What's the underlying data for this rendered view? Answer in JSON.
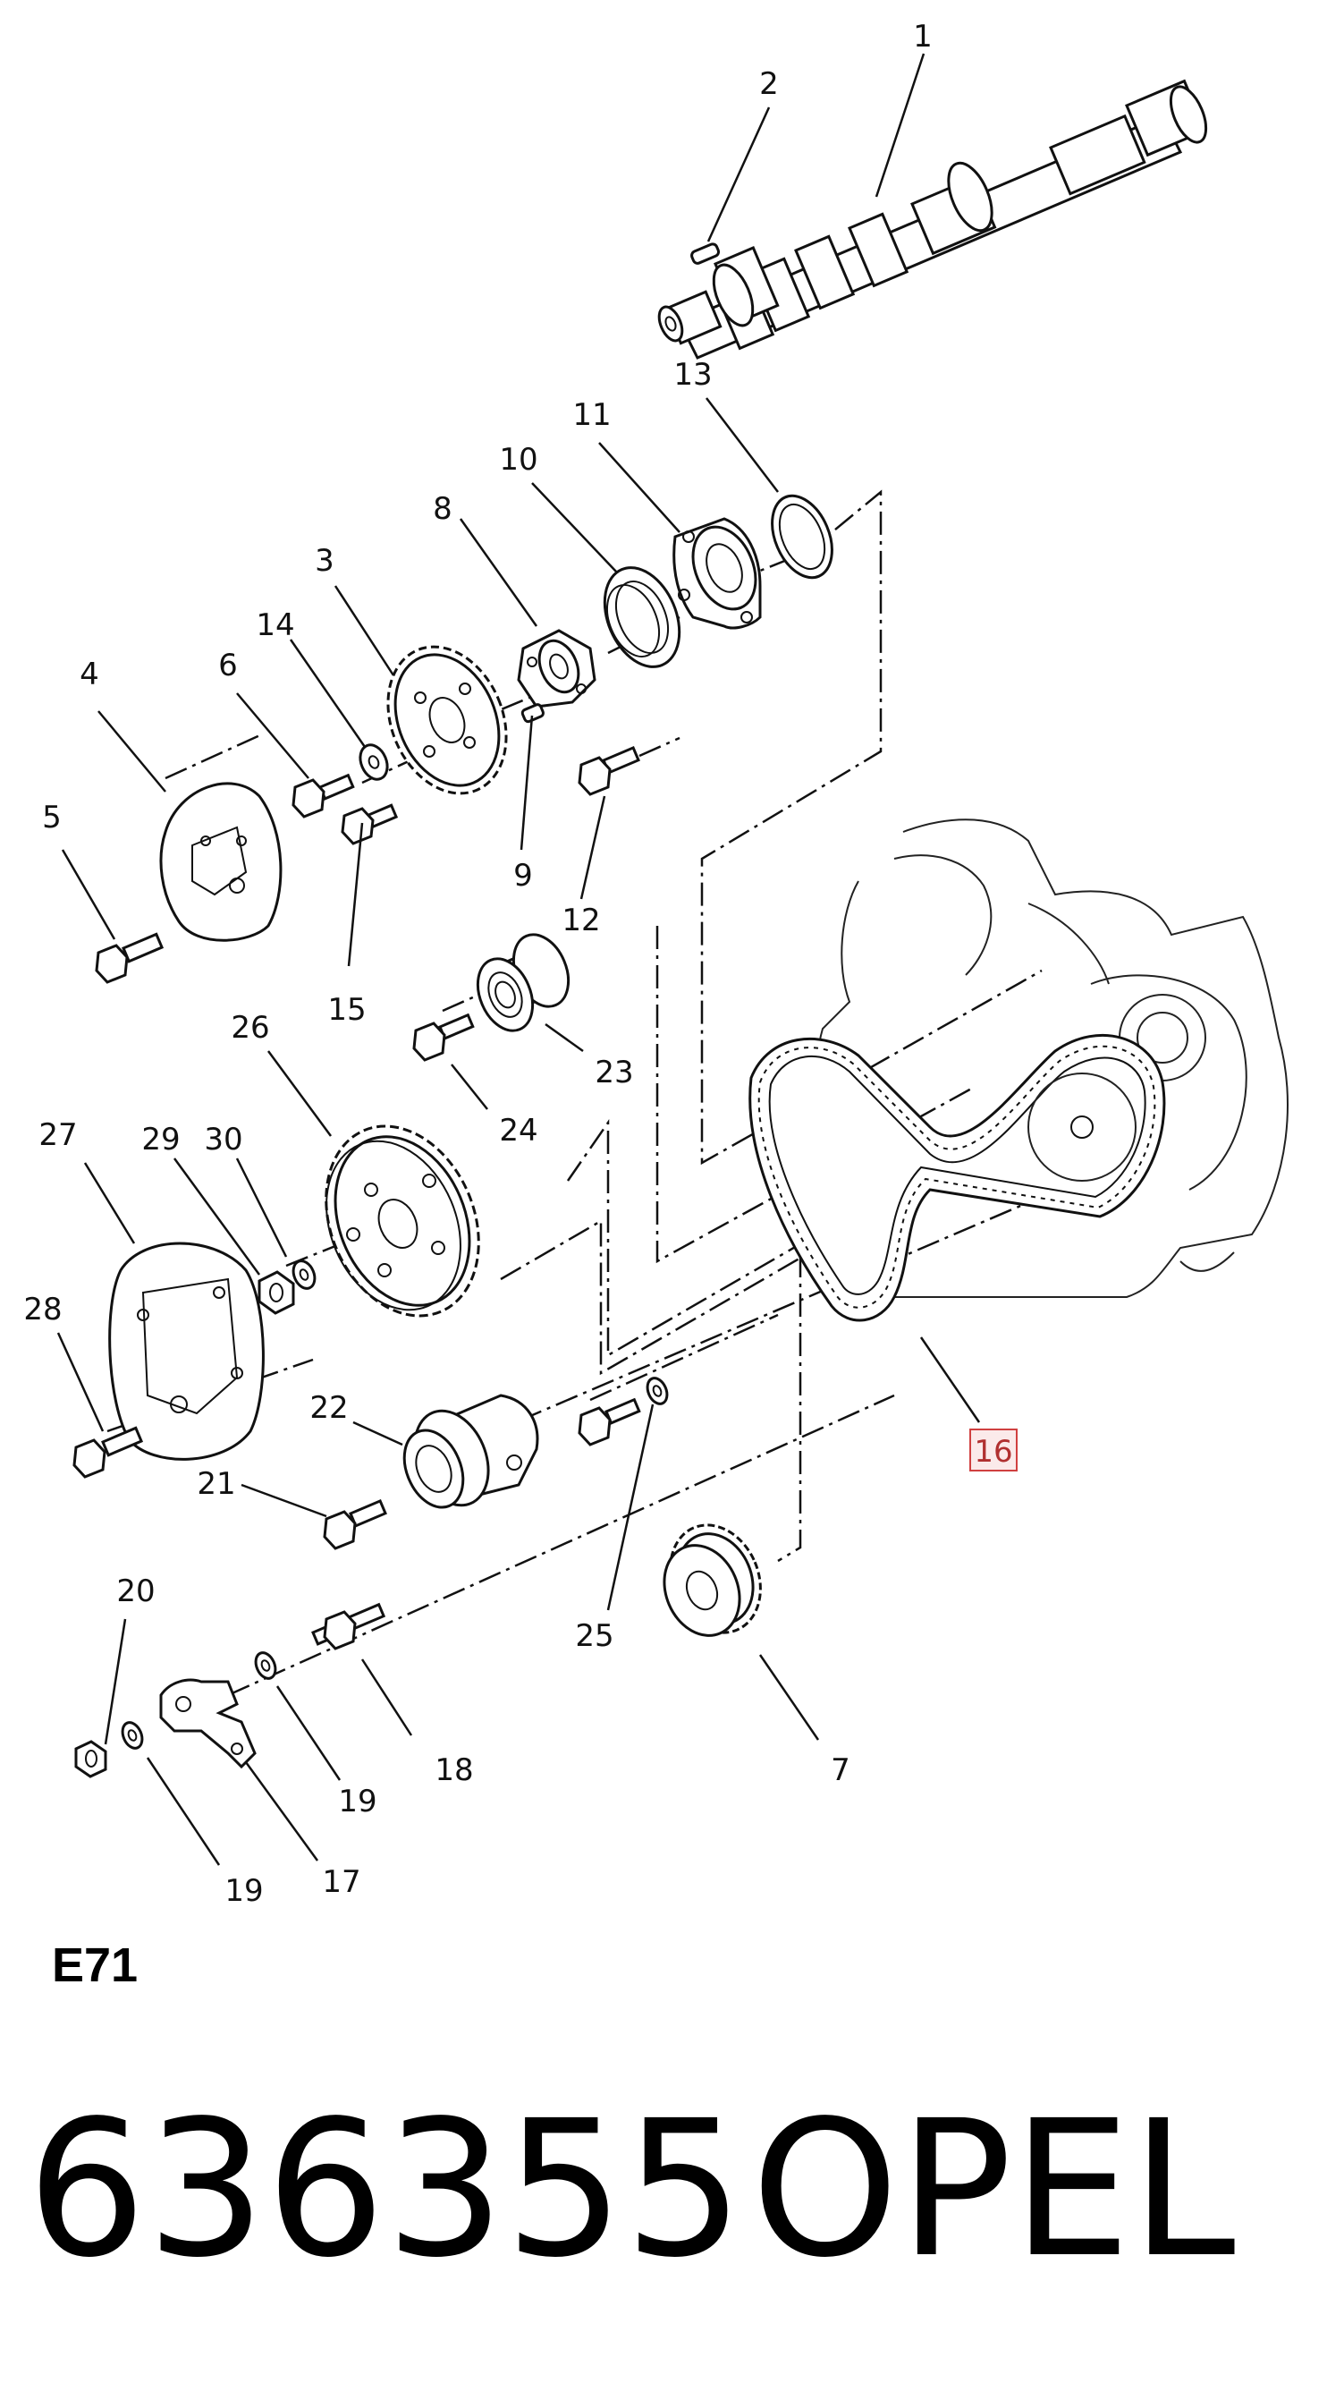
{
  "callouts": {
    "c1": "1",
    "c2": "2",
    "c3": "3",
    "c4": "4",
    "c5": "5",
    "c6": "6",
    "c7": "7",
    "c8": "8",
    "c9": "9",
    "c10": "10",
    "c11": "11",
    "c12": "12",
    "c13": "13",
    "c14": "14",
    "c15": "15",
    "c16": "16",
    "c17": "17",
    "c18": "18",
    "c19a": "19",
    "c19b": "19",
    "c20": "20",
    "c21": "21",
    "c22": "22",
    "c23": "23",
    "c24": "24",
    "c25": "25",
    "c26": "26",
    "c27": "27",
    "c28": "28",
    "c29": "29",
    "c30": "30"
  },
  "highlight": {
    "part": "16",
    "color": "#d04040"
  },
  "diagram_code": "E71",
  "footer": {
    "part_number": "636355",
    "brand": "OPEL"
  }
}
